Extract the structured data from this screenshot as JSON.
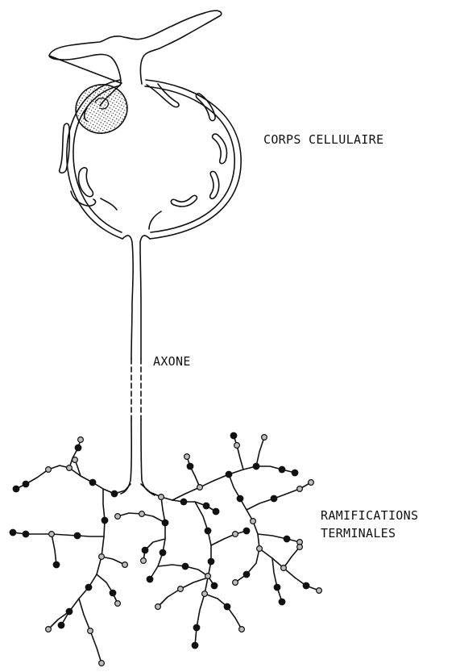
{
  "diagram": {
    "labels": {
      "cell_body": "CORPS CELLULAIRE",
      "axon": "AXONE",
      "terminals_line1": "RAMIFICATIONS",
      "terminals_line2": "TERMINALES"
    },
    "colors": {
      "ink": "#111111",
      "background": "#ffffff",
      "nucleus_fill": "#bdbdbd"
    }
  }
}
